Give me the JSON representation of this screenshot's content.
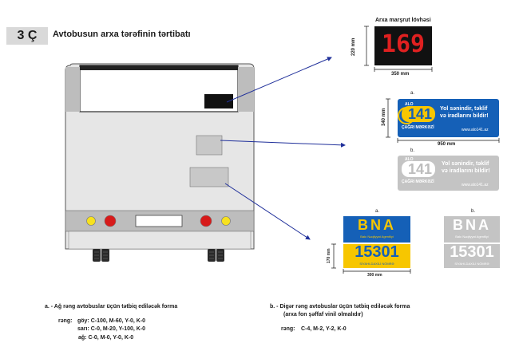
{
  "header": {
    "code": "3 Ç",
    "title": "Avtobusun arxa tərəfinin tərtibatı"
  },
  "route_sign": {
    "label": "Arxa marşrut lövhəsi",
    "number": "169",
    "height": "220 mm",
    "width": "350 mm"
  },
  "hotline": {
    "variant_a": "a.",
    "variant_b": "b.",
    "alo": "ALO",
    "number": "141",
    "slogan_line1": "Yol sənindir, təklif",
    "slogan_line2": "və iradlarını bildir!",
    "center": "ÇAĞRI MƏRKƏZİ",
    "site": "www.alo141.az",
    "height": "340 mm",
    "width": "950 mm"
  },
  "bna_plate": {
    "variant_a": "a.",
    "variant_b": "b.",
    "logo": "BNA",
    "agency": "Bakı Nəqliyyat Agentliyi",
    "fleet_number": "15301",
    "fleet_caption": "SİYAHI-DAXİLİ NÖMRƏ",
    "height": "170 mm",
    "width": "300 mm"
  },
  "notes": {
    "a_head": "a. -  Ağ rəng avtobuslar üçün tətbiq ediləcək forma",
    "a_rows": [
      {
        "label": "rəng:",
        "value": "göy: C-100, M-60, Y-0, K-0"
      },
      {
        "label": "",
        "value": "sarı: C-0, M-20, Y-100, K-0"
      },
      {
        "label": "",
        "value": "ağ: C-0, M-0, Y-0, K-0"
      }
    ],
    "b_head": "b. -  Digər rəng avtobuslar üçün tətbiq ediləcək forma",
    "b_sub": "(arxa fon şəffaf vinil olmalıdır)",
    "b_label": "rəng:",
    "b_value": "C-4, M-2, Y-2, K-0"
  },
  "colors": {
    "blue": "#1560b7",
    "yellow": "#f7c600",
    "red": "#d71a1a",
    "grey": "#bdbdbd",
    "black": "#111111",
    "arrow": "#1f2f9a"
  }
}
